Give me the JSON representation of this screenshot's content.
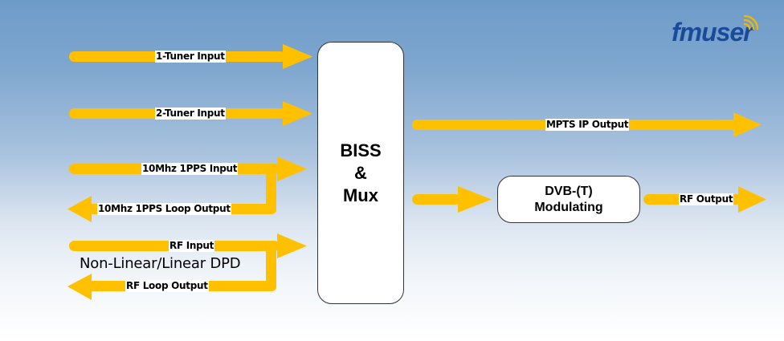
{
  "logo": {
    "text": "fmuser",
    "color": "#1a4a9a",
    "accent": "#f5b800"
  },
  "colors": {
    "arrow": "#ffc000",
    "box_border": "#333333",
    "background_top": "#6d9bc8",
    "background_bottom": "#ffffff"
  },
  "central_block": {
    "lines": [
      "BISS",
      "&",
      "Mux"
    ]
  },
  "modulator_block": {
    "lines": [
      "DVB-(T)",
      "Modulating"
    ]
  },
  "inputs": [
    {
      "label": "1-Tuner Input",
      "direction": "in"
    },
    {
      "label": "2-Tuner Input",
      "direction": "in"
    },
    {
      "label": "10Mhz 1PPS Input",
      "direction": "in"
    },
    {
      "label": "10Mhz 1PPS Loop Output",
      "direction": "out"
    },
    {
      "label": "RF Input",
      "direction": "in"
    },
    {
      "label": "RF Loop Output",
      "direction": "out"
    }
  ],
  "dpd_caption": "Non-Linear/Linear DPD",
  "outputs": [
    {
      "label": "MPTS IP Output"
    },
    {
      "label": "RF Output"
    }
  ]
}
